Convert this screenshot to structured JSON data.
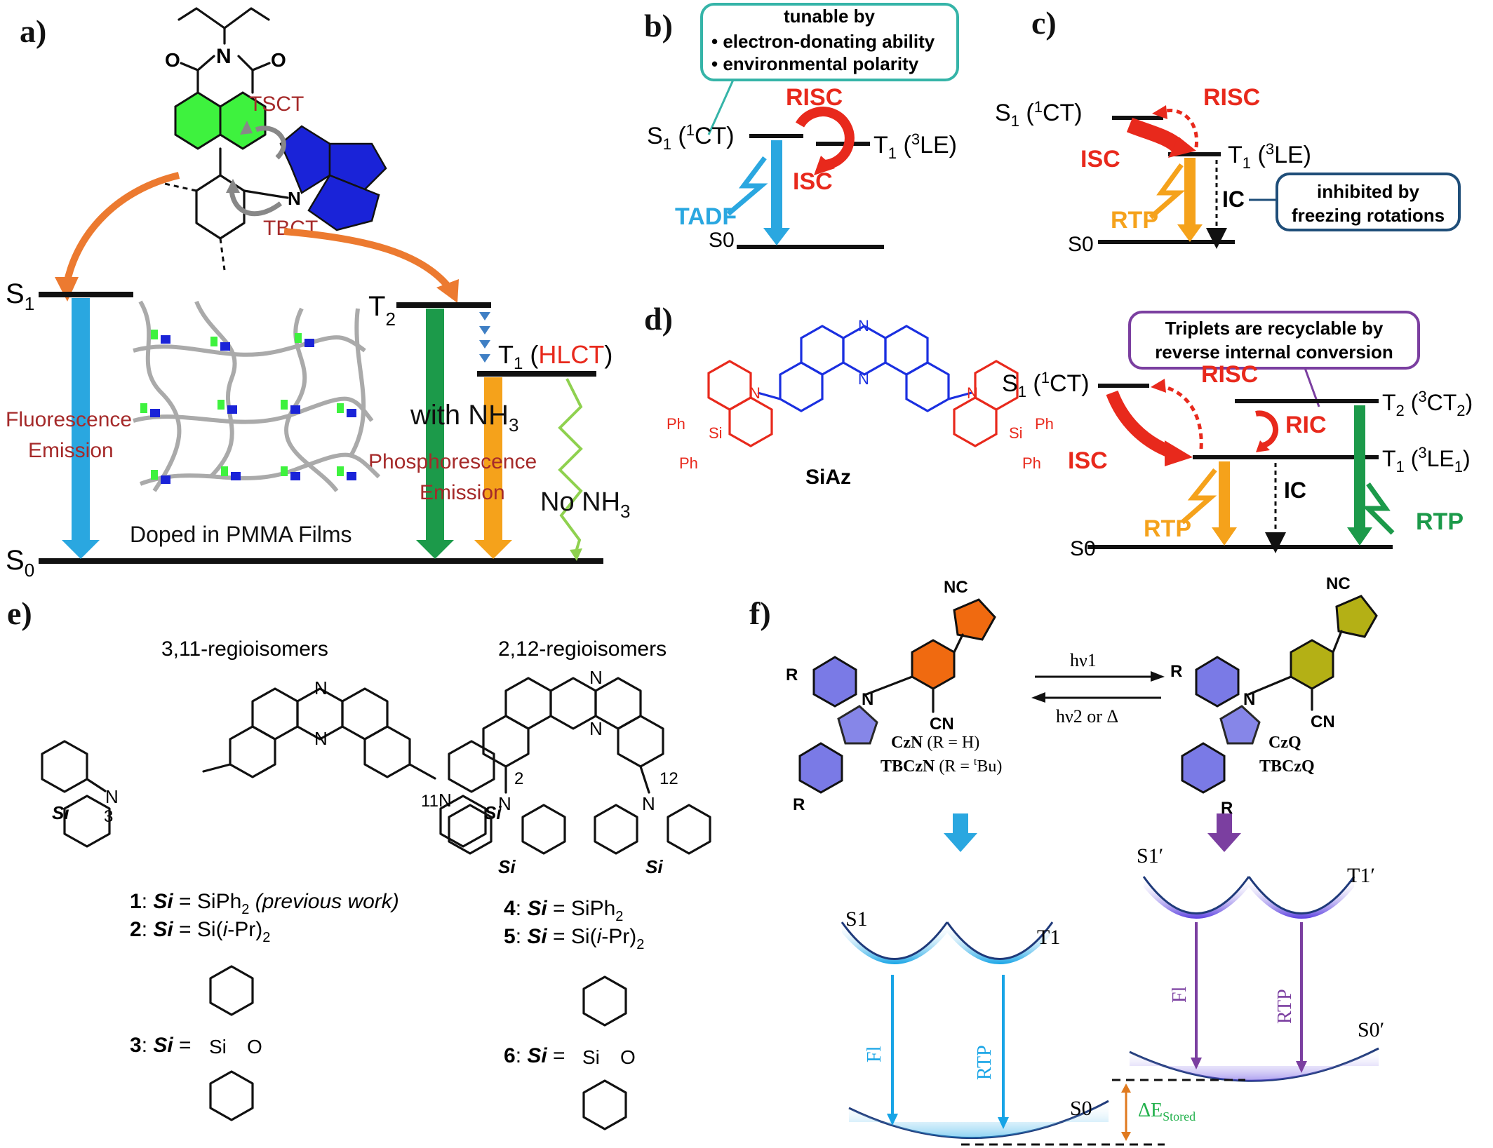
{
  "panels": {
    "a": {
      "label": "a)",
      "tsct": "TSCT",
      "tbct": "TBCT",
      "n_atom": "N",
      "o_atom": "O",
      "s1": "S",
      "s1_sub": "1",
      "t2": "T",
      "t2_sub": "2",
      "t1": "T",
      "t1_sub": "1",
      "t1_open": " (",
      "t1_type": "HLCT",
      "t1_close": ")",
      "s0": "S",
      "s0_sub": "0",
      "fluor_line1": "Fluorescence",
      "fluor_line2": "Emission",
      "with_nh3": "with NH",
      "with_nh3_sub": "3",
      "phos_line1": "Phosphorescence",
      "phos_line2": "Emission",
      "no_nh3": "No NH",
      "no_nh3_sub": "3",
      "doped": "Doped in PMMA Films"
    },
    "b": {
      "label": "b)",
      "box_title": "tunable by",
      "box_item1": "• electron-donating ability",
      "box_item2": "• environmental polarity",
      "risc": "RISC",
      "isc": "ISC",
      "tadf": "TADF",
      "s1": "S",
      "s1_sub": "1",
      "s1_type": " (",
      "s1_sup": "1",
      "s1_ct": "CT)",
      "t1": "T",
      "t1_sub": "1",
      "t1_type": " (",
      "t1_sup": "3",
      "t1_le": "LE)",
      "s0": "S0"
    },
    "c": {
      "label": "c)",
      "risc": "RISC",
      "isc": "ISC",
      "rtp": "RTP",
      "ic": "IC",
      "box_line1": "inhibited by",
      "box_line2": "freezing rotations",
      "s1": "S",
      "s1_sub": "1",
      "s1_type": " (",
      "s1_sup": "1",
      "s1_ct": "CT)",
      "t1": "T",
      "t1_sub": "1",
      "t1_type": " (",
      "t1_sup": "3",
      "t1_le": "LE)",
      "s0": "S0"
    },
    "d": {
      "label": "d)",
      "box_line1": "Triplets are recyclable by",
      "box_line2": "reverse internal conversion",
      "risc": "RISC",
      "isc": "ISC",
      "ric": "RIC",
      "ic": "IC",
      "rtp1": "RTP",
      "rtp2": "RTP",
      "molecule": "SiAz",
      "ph": "Ph",
      "si": "Si",
      "n_atom": "N",
      "s1": "S",
      "s1_sub": "1",
      "s1_type": " (",
      "s1_sup": "1",
      "s1_ct": "CT)",
      "t2": "T",
      "t2_sub": "2",
      "t2_type": " (",
      "t2_sup": "3",
      "t2_ct": "CT",
      "t2_ct_sub": "2",
      "t2_close": ")",
      "t1": "T",
      "t1_sub": "1",
      "t1_type": " (",
      "t1_sup": "3",
      "t1_le": "LE",
      "t1_le_sub": "1",
      "t1_close": ")",
      "s0": "S0"
    },
    "e": {
      "label": "e)",
      "iso1": "3,11-regioisomers",
      "iso2": "2,12-regioisomers",
      "pos3": "3",
      "pos11": "11",
      "pos2": "2",
      "pos12": "12",
      "si": "Si",
      "n_atom": "N",
      "o_atom": "O",
      "c1_num": "1",
      "c1_text": ": ",
      "c1_si": "Si",
      "c1_eq": " = SiPh",
      "c1_sub": "2",
      "c1_note": " (previous work)",
      "c2_num": "2",
      "c2_text": ": ",
      "c2_si": "Si",
      "c2_eq": " = Si(",
      "c2_ipr": "i",
      "c2_rest": "-Pr)",
      "c2_sub": "2",
      "c3_num": "3",
      "c3_text": ": ",
      "c3_si": "Si",
      "c3_eq": " =",
      "c4_num": "4",
      "c4_text": ": ",
      "c4_si": "Si",
      "c4_eq": " = SiPh",
      "c4_sub": "2",
      "c5_num": "5",
      "c5_text": ": ",
      "c5_si": "Si",
      "c5_eq": " = Si(",
      "c5_ipr": "i",
      "c5_rest": "-Pr)",
      "c5_sub": "2",
      "c6_num": "6",
      "c6_text": ": ",
      "c6_si": "Si",
      "c6_eq": " ="
    },
    "f": {
      "label": "f)",
      "nc": "NC",
      "cn": "CN",
      "r": "R",
      "n_atom": "N",
      "hv1": "hν1",
      "hv2": "hν2 or Δ",
      "czn": "CzN",
      "czn_r": " (R = H)",
      "tbczn": "TBCzN",
      "tbczn_r": " (R = ",
      "tbczn_t": "t",
      "tbczn_bu": "Bu)",
      "czq": "CzQ",
      "tbczq": "TBCzQ",
      "s1": "S1",
      "t1": "T1",
      "s0": "S0",
      "fl": "Fl",
      "rtp": "RTP",
      "s1p": "S1′",
      "t1p": "T1′",
      "s0p": "S0′",
      "fl2": "Fl",
      "rtp2": "RTP",
      "de": "ΔE",
      "de_sub": "Stored"
    }
  },
  "colors": {
    "dark_red": "#a52a2a",
    "red": "#e8291c",
    "blue_arrow": "#2aa7e0",
    "green_arrow": "#1c9a4a",
    "orange_arrow": "#f5a21b",
    "orange_curve": "#ec7a30",
    "teal_box": "#35b4a8",
    "navy_box": "#1f4e79",
    "purple_box": "#7b3fa0",
    "naph_green": "#3ef23e",
    "carbazole_blue": "#1a23d8",
    "phenothiasiline_red": "#e8291c",
    "siaz_blue": "#1a2fe0",
    "cz_purple": "#7a7ae6",
    "orange_ring": "#f06a10",
    "olive_ring": "#b4b015",
    "purple_arrow": "#7b3fa0",
    "green_text": "#22b14c"
  }
}
